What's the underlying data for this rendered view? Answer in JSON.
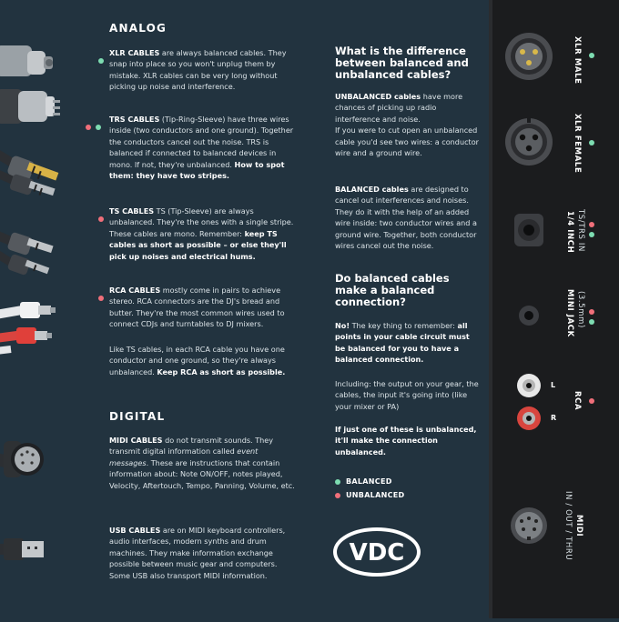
{
  "sections": {
    "analog": "ANALOG",
    "digital": "DIGITAL"
  },
  "colors": {
    "balanced": "#7ddcb1",
    "unbalanced": "#f06f7a",
    "background": "#22333f",
    "panel": "#1b1c1e"
  },
  "items": {
    "xlr": {
      "dots": [
        "balanced"
      ],
      "name": "XLR CABLES",
      "text": " are always balanced cables. They snap into place so you won't unplug them by mistake. XLR cables can be very long without picking up noise and interference."
    },
    "trs": {
      "dots": [
        "unbalanced",
        "balanced"
      ],
      "name": "TRS CABLES",
      "text": " (Tip-Ring-Sleeve) have three wires inside (two conductors and one ground). Together the conductors cancel out the noise. TRS is balanced if connected to balanced devices in mono. If not, they're unbalanced. ",
      "bold": "How to spot them: they have two stripes."
    },
    "ts": {
      "dots": [
        "unbalanced"
      ],
      "name": "TS CABLES",
      "text": " TS (Tip-Sleeve) are always unbalanced. They're the ones with a single stripe. These cables are mono. Remember: ",
      "bold": "keep TS cables as short as possible – or else they'll pick up noises and electrical hums."
    },
    "rca": {
      "dots": [
        "unbalanced"
      ],
      "name": "RCA CABLES",
      "text": " mostly come in pairs to achieve stereo. RCA connectors are the DJ's bread and butter. They're the most common wires used to connect CDJs and turntables to DJ mixers.",
      "text2": "Like TS cables, in each RCA cable you have one conductor and one ground, so they're always unbalanced. ",
      "bold": "Keep RCA as short as possible."
    },
    "midi": {
      "name": "MIDI CABLES",
      "text": " do not transmit sounds. They transmit digital information called ",
      "italic": "event messages",
      "text2": ". These are instructions that contain information about: Note ON/OFF, notes played, Velocity, Aftertouch, Tempo, Panning, Volume, etc."
    },
    "usb": {
      "name": "USB CABLES",
      "text": " are on MIDI keyboard controllers, audio interfaces, modern synths and drum machines. They make information exchange possible between music gear and computers. Some USB also transport MIDI information."
    }
  },
  "middle": {
    "q1": "What is the difference between balanced and unbalanced cables?",
    "unb_name": "UNBALANCED cables",
    "unb_text": " have more chances of picking up radio interference and noise.",
    "unb_text2": "If you were to cut open an unbalanced cable you'd see two wires: a conductor wire and a ground wire.",
    "bal_name": "BALANCED cables",
    "bal_text": " are designed to cancel out interferences and noises. They do it with the help of an added wire inside: two conductor wires and a ground wire. Together, both conductor wires cancel out the noise.",
    "q2": "Do balanced cables make a balanced connection?",
    "no": "No!",
    "no_text": " The key thing to remember: ",
    "no_bold": "all points in your cable circuit must be balanced for you to have a balanced connection.",
    "including": "Including: the output on your gear, the cables, the input it's going into (like your mixer or PA)",
    "final_bold": "If just one of these is unbalanced, it'll make the connection unbalanced."
  },
  "legend": {
    "balanced": "BALANCED",
    "unbalanced": "UNBALANCED"
  },
  "connectors": {
    "xlr_male": "XLR MALE",
    "xlr_female": "XLR FEMALE",
    "quarter": "1/4 INCH",
    "quarter_sub": "TS/TRS IN",
    "mini": "MINI JACK",
    "mini_sub": "(3.5mm)",
    "rca": "RCA",
    "rca_l": "L",
    "rca_r": "R",
    "midi": "MIDI",
    "midi_sub": "IN / OUT / THRU"
  },
  "logo": "VDC"
}
